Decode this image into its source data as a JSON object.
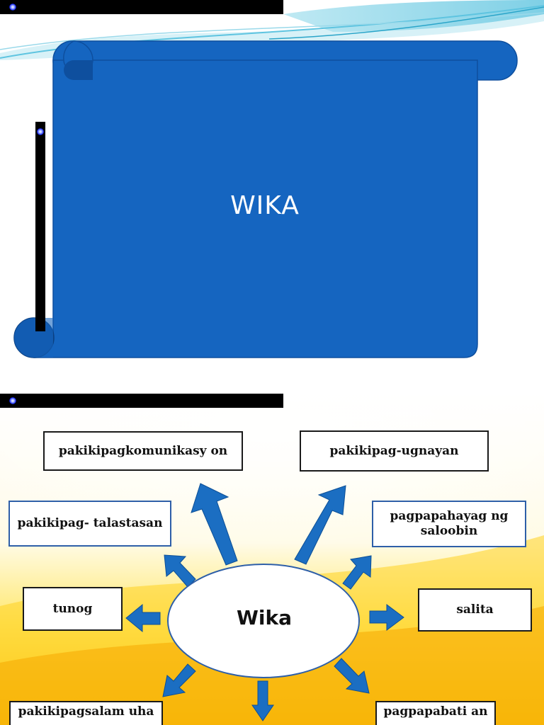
{
  "slide1": {
    "title": "WIKA"
  },
  "slide2": {
    "center": "Wika",
    "boxes": {
      "komunikasyon": "pakikipagkomunikasy on",
      "ugnayan": "pakikipag-ugnayan",
      "talastasan": "pakikipag- talastasan",
      "saloobin": "pagpapahayag ng saloobin",
      "tunog": "tunog",
      "salita": "salita",
      "salamuha": "pakikipagsalam uha",
      "pagbabati": "pagpapabati an"
    }
  },
  "colors": {
    "scroll_fill": "#1565c0",
    "scroll_shade": "#0e4f9e",
    "arrow_blue": "#1b6ec2",
    "box_border_blue": "#2e5fa8"
  }
}
